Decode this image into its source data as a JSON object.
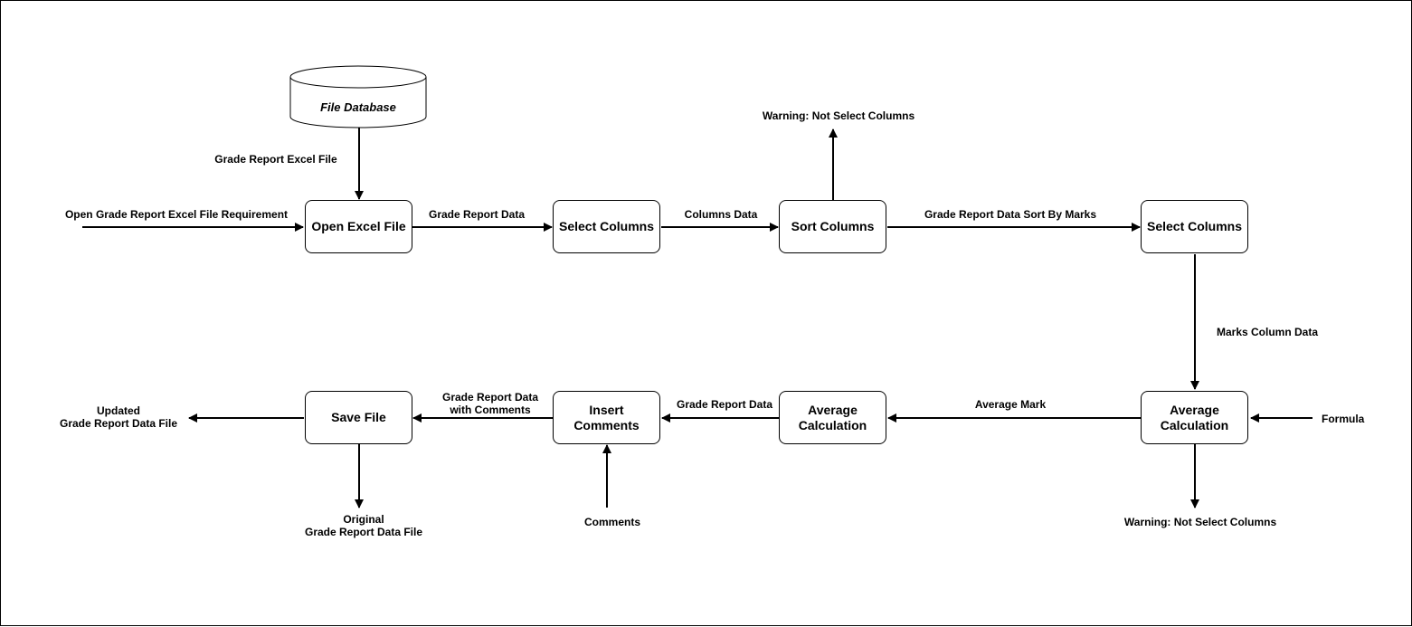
{
  "diagram": {
    "database": {
      "label": "File Database"
    },
    "nodes": {
      "open_excel": "Open Excel File",
      "select_columns_1": "Select Columns",
      "sort_columns": "Sort Columns",
      "select_columns_2": "Select Columns",
      "average_calc_right": "Average\nCalculation",
      "average_calc_mid": "Average\nCalculation",
      "insert_comments": "Insert\nComments",
      "save_file": "Save File"
    },
    "edge_labels": {
      "db_to_open": "Grade Report Excel File",
      "requirement_in": "Open Grade Report Excel File Requirement",
      "open_to_select": "Grade Report Data",
      "select_to_sort": "Columns Data",
      "sort_warning": "Warning: Not Select Columns",
      "sort_to_select": "Grade Report Data Sort By Marks",
      "select_to_average": "Marks Column Data",
      "formula_in": "Formula",
      "average_warning": "Warning: Not Select Columns",
      "average_to_average": "Average Mark",
      "average_to_insert": "Grade Report Data",
      "comments_in": "Comments",
      "insert_to_save": "Grade Report Data\nwith Comments",
      "updated_out": "Updated\nGrade Report Data File",
      "original_out": "Original\nGrade Report Data File"
    }
  }
}
